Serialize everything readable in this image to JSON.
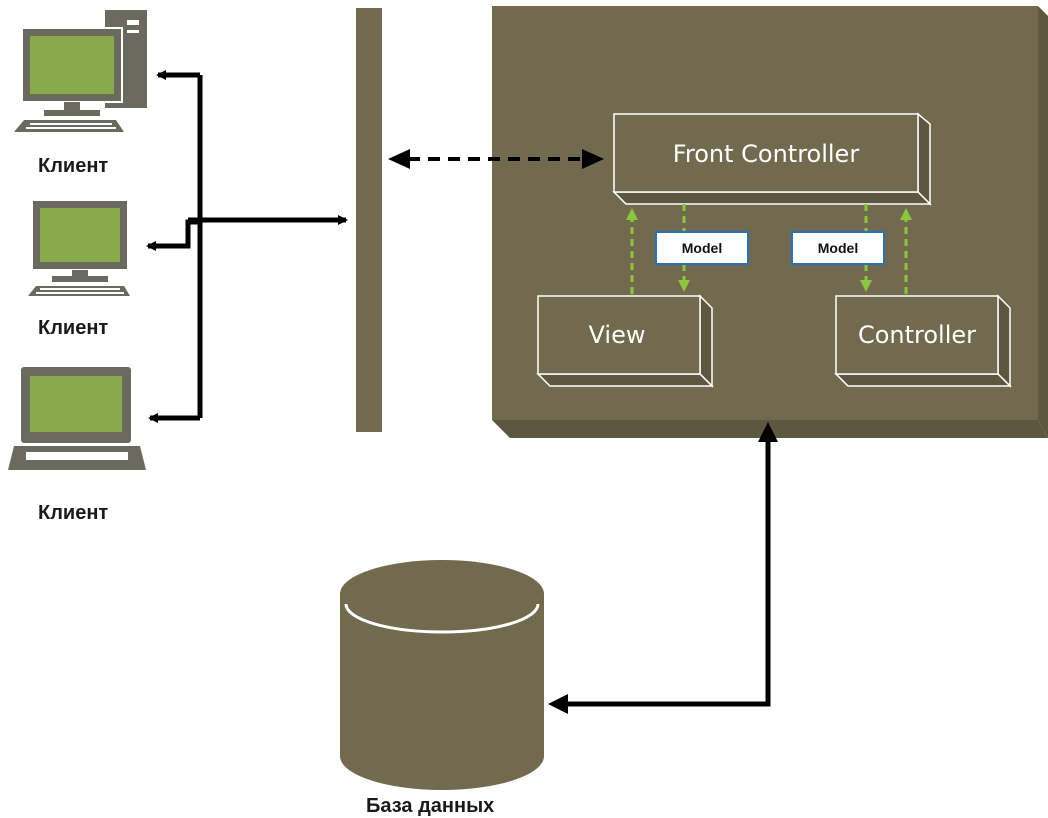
{
  "colors": {
    "panel": "#716a4f",
    "panel_dark": "#5d5740",
    "screen": "#8aa84c",
    "device": "#6b6a5f",
    "arrow": "#000000",
    "model_flow": "#8cc63f",
    "model_border": "#2a6fb8"
  },
  "clients": [
    {
      "label": "Клиент",
      "icon": "desktop-computer-icon"
    },
    {
      "label": "Клиент",
      "icon": "desktop-computer-icon"
    },
    {
      "label": "Клиент",
      "icon": "laptop-icon"
    }
  ],
  "server": {
    "front_controller": "Front Controller",
    "view": "View",
    "controller": "Controller",
    "model_left": "Model",
    "model_right": "Model"
  },
  "database": {
    "label": "База данных",
    "icon": "database-icon"
  }
}
